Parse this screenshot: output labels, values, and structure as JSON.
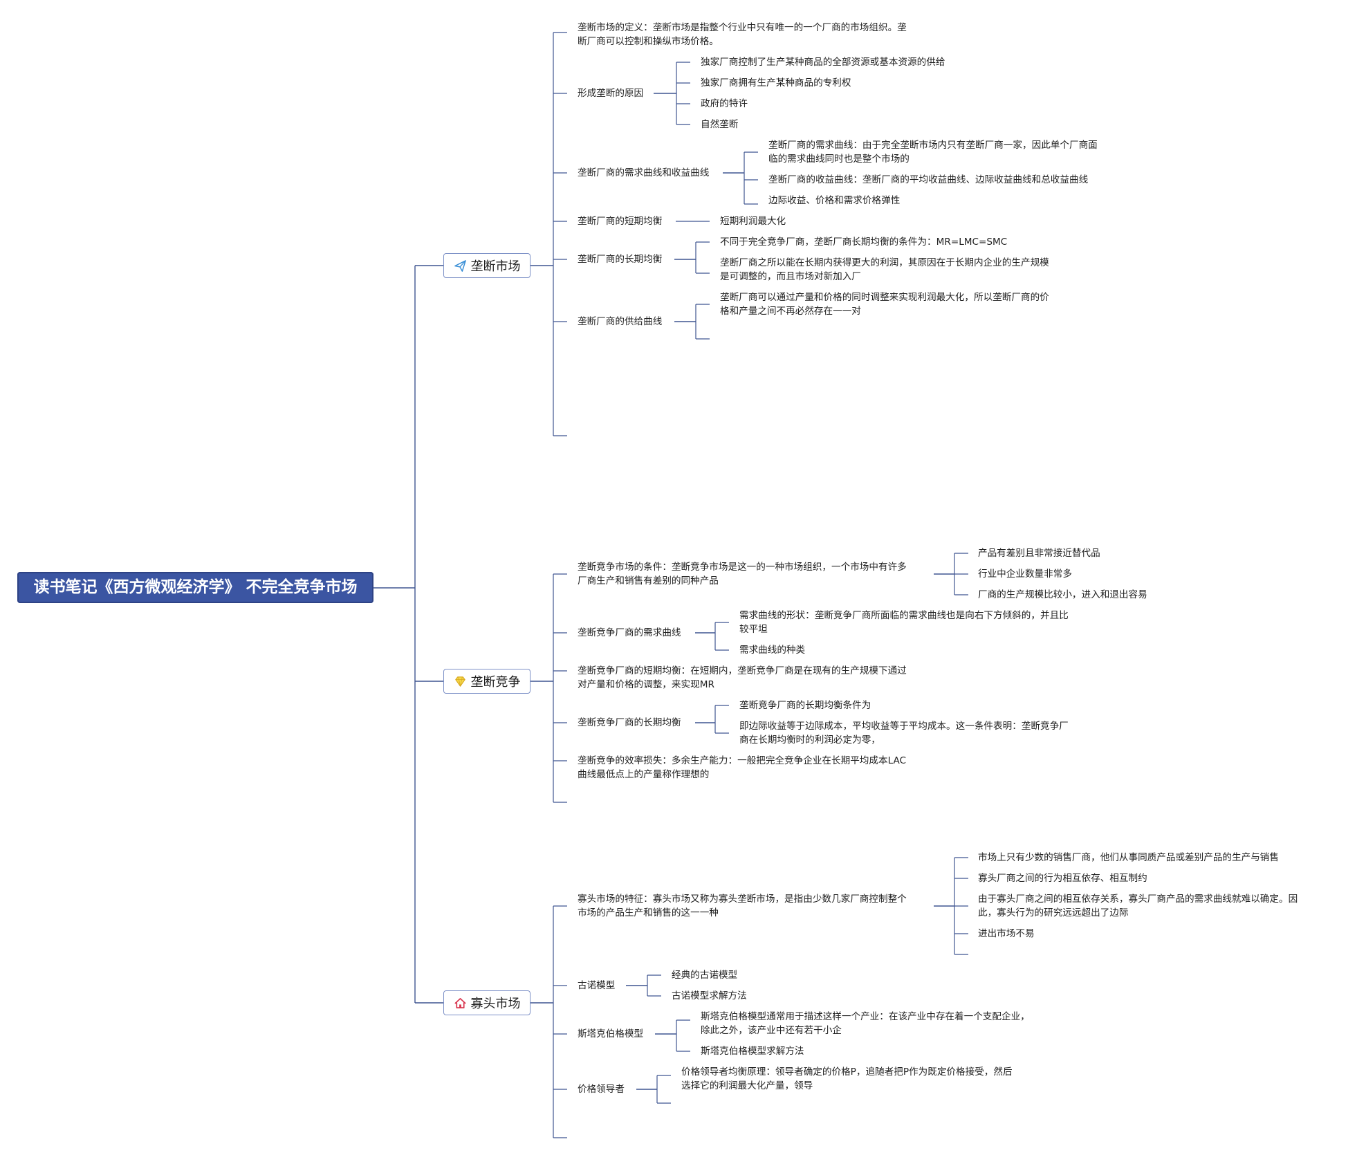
{
  "root": {
    "label": "读书笔记《西方微观经济学》 不完全竞争市场"
  },
  "branches": [
    {
      "label": "垄断市场",
      "icon": "paper-plane-icon",
      "topics": [
        {
          "label": "垄断市场的定义：垄断市场是指整个行业中只有唯一的一个厂商的市场组织。垄\n断厂商可以控制和操纵市场价格。"
        },
        {
          "label": "形成垄断的原因",
          "children": [
            "独家厂商控制了生产某种商品的全部资源或基本资源的供给",
            "独家厂商拥有生产某种商品的专利权",
            "政府的特许",
            "自然垄断"
          ]
        },
        {
          "label": "垄断厂商的需求曲线和收益曲线",
          "children": [
            "垄断厂商的需求曲线：由于完全垄断市场内只有垄断厂商一家，因此单个厂商面\n临的需求曲线同时也是整个市场的",
            "垄断厂商的收益曲线：垄断厂商的平均收益曲线、边际收益曲线和总收益曲线",
            "边际收益、价格和需求价格弹性"
          ]
        },
        {
          "label": "垄断厂商的短期均衡",
          "children": [
            "短期利润最大化"
          ]
        },
        {
          "label": "垄断厂商的长期均衡",
          "children": [
            "不同于完全竞争厂商，垄断厂商长期均衡的条件为：MR=LMC=SMC",
            "垄断厂商之所以能在长期内获得更大的利润，其原因在于长期内企业的生产规模\n是可调整的，而且市场对新加入厂"
          ]
        },
        {
          "label": "垄断厂商的供给曲线",
          "children": [
            "垄断厂商可以通过产量和价格的同时调整来实现利润最大化，所以垄断厂商的价\n格和产量之间不再必然存在一一对"
          ]
        }
      ]
    },
    {
      "label": "垄断竞争",
      "icon": "diamond-icon",
      "topics": [
        {
          "label": "垄断竞争市场的条件：垄断竞争市场是这一的一种市场组织，一个市场中有许多\n厂商生产和销售有差别的同种产品",
          "children": [
            "产品有差别且非常接近替代品",
            "行业中企业数量非常多",
            "厂商的生产规模比较小，进入和退出容易"
          ]
        },
        {
          "label": "垄断竞争厂商的需求曲线",
          "children": [
            "需求曲线的形状：垄断竞争厂商所面临的需求曲线也是向右下方倾斜的，并且比\n较平坦",
            "需求曲线的种类"
          ]
        },
        {
          "label": "垄断竞争厂商的短期均衡：在短期内，垄断竞争厂商是在现有的生产规模下通过\n对产量和价格的调整，来实现MR"
        },
        {
          "label": "垄断竞争厂商的长期均衡",
          "children": [
            "垄断竞争厂商的长期均衡条件为",
            "即边际收益等于边际成本，平均收益等于平均成本。这一条件表明：垄断竞争厂\n商在长期均衡时的利润必定为零，"
          ]
        },
        {
          "label": "垄断竞争的效率损失：多余生产能力：一般把完全竞争企业在长期平均成本LAC\n曲线最低点上的产量称作理想的"
        }
      ]
    },
    {
      "label": "寡头市场",
      "icon": "house-icon",
      "topics": [
        {
          "label": "寡头市场的特征：寡头市场又称为寡头垄断市场，是指由少数几家厂商控制整个\n市场的产品生产和销售的这一一种",
          "children": [
            "市场上只有少数的销售厂商，他们从事同质产品或差别产品的生产与销售",
            "寡头厂商之间的行为相互依存、相互制约",
            "由于寡头厂商之间的相互依存关系，寡头厂商产品的需求曲线就难以确定。因\n此，寡头行为的研究远远超出了边际",
            "进出市场不易"
          ]
        },
        {
          "label": "古诺模型",
          "children": [
            "经典的古诺模型",
            "古诺模型求解方法"
          ]
        },
        {
          "label": "斯塔克伯格模型",
          "children": [
            "斯塔克伯格模型通常用于描述这样一个产业：在该产业中存在着一个支配企业，\n除此之外，该产业中还有若干小企",
            "斯塔克伯格模型求解方法"
          ]
        },
        {
          "label": "价格领导者",
          "children": [
            "价格领导者均衡原理：领导者确定的价格P，追随者把P作为既定价格接受，然后\n选择它的利润最大化产量，领导"
          ]
        }
      ]
    }
  ],
  "colors": {
    "line": "#3f5590",
    "root": "#3b55a2",
    "branch_border": "#7b8fc6"
  }
}
